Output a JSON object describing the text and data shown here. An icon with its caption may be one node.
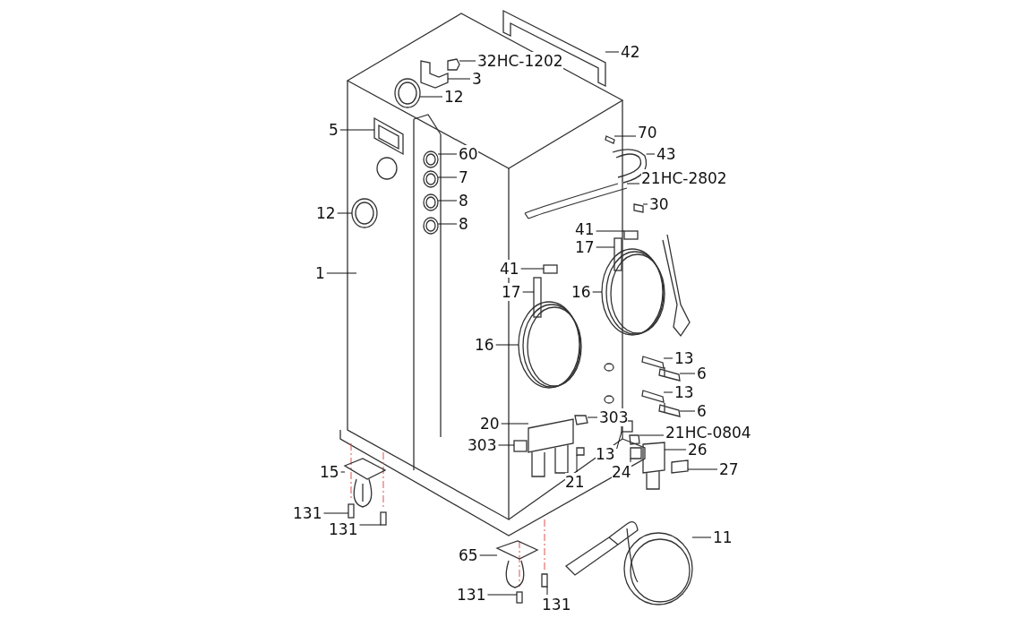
{
  "diagram": {
    "nodes": [
      {
        "text": [
          "32HC-1202"
        ]
      },
      {
        "text": [
          "42"
        ]
      },
      {
        "text": [
          "3"
        ]
      },
      {
        "text": [
          "12"
        ]
      },
      {
        "text": [
          "5"
        ]
      },
      {
        "text": [
          "70"
        ]
      },
      {
        "text": [
          "60"
        ]
      },
      {
        "text": [
          "43"
        ]
      },
      {
        "text": [
          "7"
        ]
      },
      {
        "text": [
          "21HC-2802"
        ]
      },
      {
        "text": [
          "8"
        ]
      },
      {
        "text": [
          "30"
        ]
      },
      {
        "text": [
          "12"
        ]
      },
      {
        "text": [
          "8"
        ]
      },
      {
        "text": [
          "41"
        ]
      },
      {
        "text": [
          "17"
        ]
      },
      {
        "text": [
          "41"
        ]
      },
      {
        "text": [
          "1"
        ]
      },
      {
        "text": [
          "17"
        ]
      },
      {
        "text": [
          "16"
        ]
      },
      {
        "text": [
          "16"
        ]
      },
      {
        "text": [
          "13"
        ]
      },
      {
        "text": [
          "6"
        ]
      },
      {
        "text": [
          "13"
        ]
      },
      {
        "text": [
          "6"
        ]
      },
      {
        "text": [
          "20"
        ]
      },
      {
        "text": [
          "303"
        ]
      },
      {
        "text": [
          "21HC-0804"
        ]
      },
      {
        "text": [
          "303"
        ]
      },
      {
        "text": [
          "13"
        ]
      },
      {
        "text": [
          "26"
        ]
      },
      {
        "text": [
          "24"
        ]
      },
      {
        "text": [
          "27"
        ]
      },
      {
        "text": [
          "21"
        ]
      },
      {
        "text": [
          "15"
        ]
      },
      {
        "text": [
          "131"
        ]
      },
      {
        "text": [
          "131"
        ]
      },
      {
        "text": [
          "11"
        ]
      },
      {
        "text": [
          "65"
        ]
      },
      {
        "text": [
          "131"
        ]
      },
      {
        "text": [
          "131"
        ]
      },
      {
        "text": [],
        "shape": "picture"
      },
      {
        "text": [],
        "shape": "picture"
      },
      {
        "text": [],
        "shape": "picture"
      },
      {
        "text": [],
        "shape": "picture"
      },
      {
        "text": [],
        "shape": "picture"
      },
      {
        "text": [],
        "shape": "picture"
      },
      {
        "text": [],
        "shape": "picture"
      },
      {
        "text": [],
        "shape": "picture"
      },
      {
        "text": [],
        "shape": "picture"
      },
      {
        "text": [],
        "shape": "picture"
      },
      {
        "text": [],
        "shape": "picture"
      },
      {
        "text": [],
        "shape": "picture"
      },
      {
        "text": [],
        "shape": "picture"
      },
      {
        "text": [],
        "shape": "picture"
      },
      {
        "text": [],
        "shape": "box"
      },
      {
        "text": [],
        "shape": "box"
      },
      {
        "text": [],
        "shape": "box"
      },
      {
        "text": [],
        "shape": "box"
      },
      {
        "text": [],
        "shape": "picture"
      },
      {
        "text": [],
        "shape": "picture"
      },
      {
        "text": [],
        "shape": "picture"
      },
      {
        "text": [],
        "shape": "picture"
      },
      {
        "text": [],
        "shape": "picture"
      },
      {
        "text": [],
        "shape": "picture"
      },
      {
        "text": [],
        "shape": "picture"
      },
      {
        "text": [],
        "shape": "picture"
      },
      {
        "text": [],
        "shape": "picture"
      },
      {
        "text": [],
        "shape": "box"
      },
      {
        "text": [],
        "shape": "box"
      },
      {
        "text": [],
        "shape": "picture"
      },
      {
        "text": [],
        "shape": "picture"
      },
      {
        "text": [],
        "shape": "picture"
      },
      {
        "text": [],
        "shape": "picture"
      },
      {
        "text": [],
        "shape": "picture"
      },
      {
        "text": [],
        "shape": "box"
      },
      {
        "text": [],
        "shape": "box"
      },
      {
        "text": [],
        "shape": "picture"
      },
      {
        "text": [],
        "shape": "picture"
      },
      {
        "text": [],
        "shape": "box"
      },
      {
        "text": [],
        "shape": "picture"
      }
    ],
    "edges": [
      {
        "from": 0,
        "to": 41,
        "arrow": "none"
      },
      {
        "from": 1,
        "to": 42,
        "arrow": "none"
      },
      {
        "from": 2,
        "to": 43,
        "arrow": "none"
      },
      {
        "from": 3,
        "to": 44,
        "arrow": "none"
      },
      {
        "from": 4,
        "to": 45,
        "arrow": "none"
      },
      {
        "from": 5,
        "to": 46,
        "arrow": "none"
      },
      {
        "from": 6,
        "to": 47,
        "arrow": "none"
      },
      {
        "from": 7,
        "to": 48,
        "arrow": "none"
      },
      {
        "from": 8,
        "to": 49,
        "arrow": "none"
      },
      {
        "from": 9,
        "to": 50,
        "arrow": "none"
      },
      {
        "from": 10,
        "to": 51,
        "arrow": "none"
      },
      {
        "from": 11,
        "to": 52,
        "arrow": "none"
      },
      {
        "from": 12,
        "to": 53,
        "arrow": "none"
      },
      {
        "from": 13,
        "to": 54,
        "arrow": "none"
      },
      {
        "from": 14,
        "to": 55,
        "arrow": "none"
      },
      {
        "from": 15,
        "to": 56,
        "arrow": "none"
      },
      {
        "from": 16,
        "to": 57,
        "arrow": "none"
      },
      {
        "from": 17,
        "to": null,
        "arrow": "none"
      },
      {
        "from": 18,
        "to": 58,
        "arrow": "none"
      },
      {
        "from": 19,
        "to": 59,
        "arrow": "none"
      },
      {
        "from": 20,
        "to": 60,
        "arrow": "none"
      },
      {
        "from": 21,
        "to": 61,
        "arrow": "none"
      },
      {
        "from": 22,
        "to": 62,
        "arrow": "none"
      },
      {
        "from": 23,
        "to": 63,
        "arrow": "none"
      },
      {
        "from": 24,
        "to": 64,
        "arrow": "none"
      },
      {
        "from": 25,
        "to": 65,
        "arrow": "none"
      },
      {
        "from": 26,
        "to": 66,
        "arrow": "none"
      },
      {
        "from": 27,
        "to": 67,
        "arrow": "none"
      },
      {
        "from": 28,
        "to": 68,
        "arrow": "none"
      },
      {
        "from": 29,
        "to": 69,
        "arrow": "none"
      },
      {
        "from": 30,
        "to": 70,
        "arrow": "none"
      },
      {
        "from": 31,
        "to": 71,
        "arrow": "none"
      },
      {
        "from": 32,
        "to": 72,
        "arrow": "none"
      },
      {
        "from": 33,
        "to": 73,
        "arrow": "none"
      },
      {
        "from": 34,
        "to": 74,
        "arrow": "none"
      },
      {
        "from": 35,
        "to": 75,
        "arrow": "none"
      },
      {
        "from": 36,
        "to": 76,
        "arrow": "none"
      },
      {
        "from": 37,
        "to": 77,
        "arrow": "none"
      },
      {
        "from": 38,
        "to": 78,
        "arrow": "none"
      },
      {
        "from": 39,
        "to": 79,
        "arrow": "none"
      },
      {
        "from": 40,
        "to": 80,
        "arrow": "none"
      }
    ]
  }
}
